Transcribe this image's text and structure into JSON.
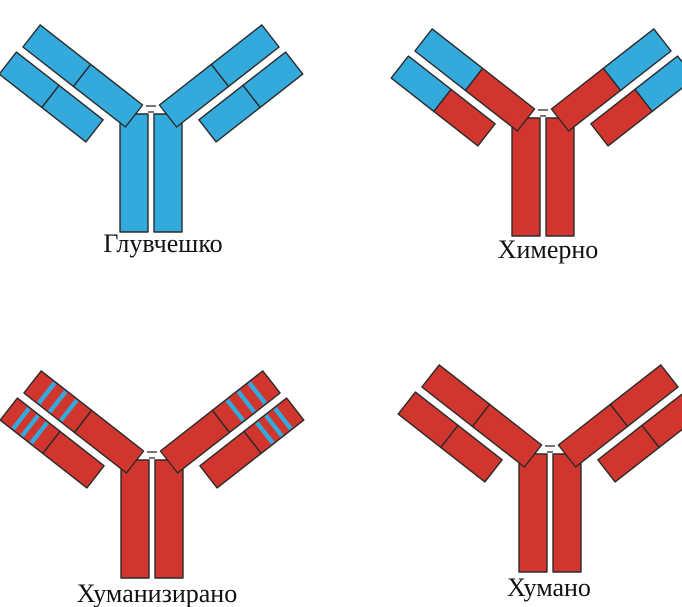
{
  "colors": {
    "murine": "#33a9dc",
    "human": "#d0362d",
    "outline": "#2a2a2a"
  },
  "antibodies": [
    {
      "id": "murine",
      "label": "Глувчешко",
      "scheme": "murine"
    },
    {
      "id": "chimeric",
      "label": "Химерно",
      "scheme": "chimeric"
    },
    {
      "id": "humanized",
      "label": "Хуманизирано",
      "scheme": "humanized"
    },
    {
      "id": "human",
      "label": "Хумано",
      "scheme": "human"
    }
  ]
}
